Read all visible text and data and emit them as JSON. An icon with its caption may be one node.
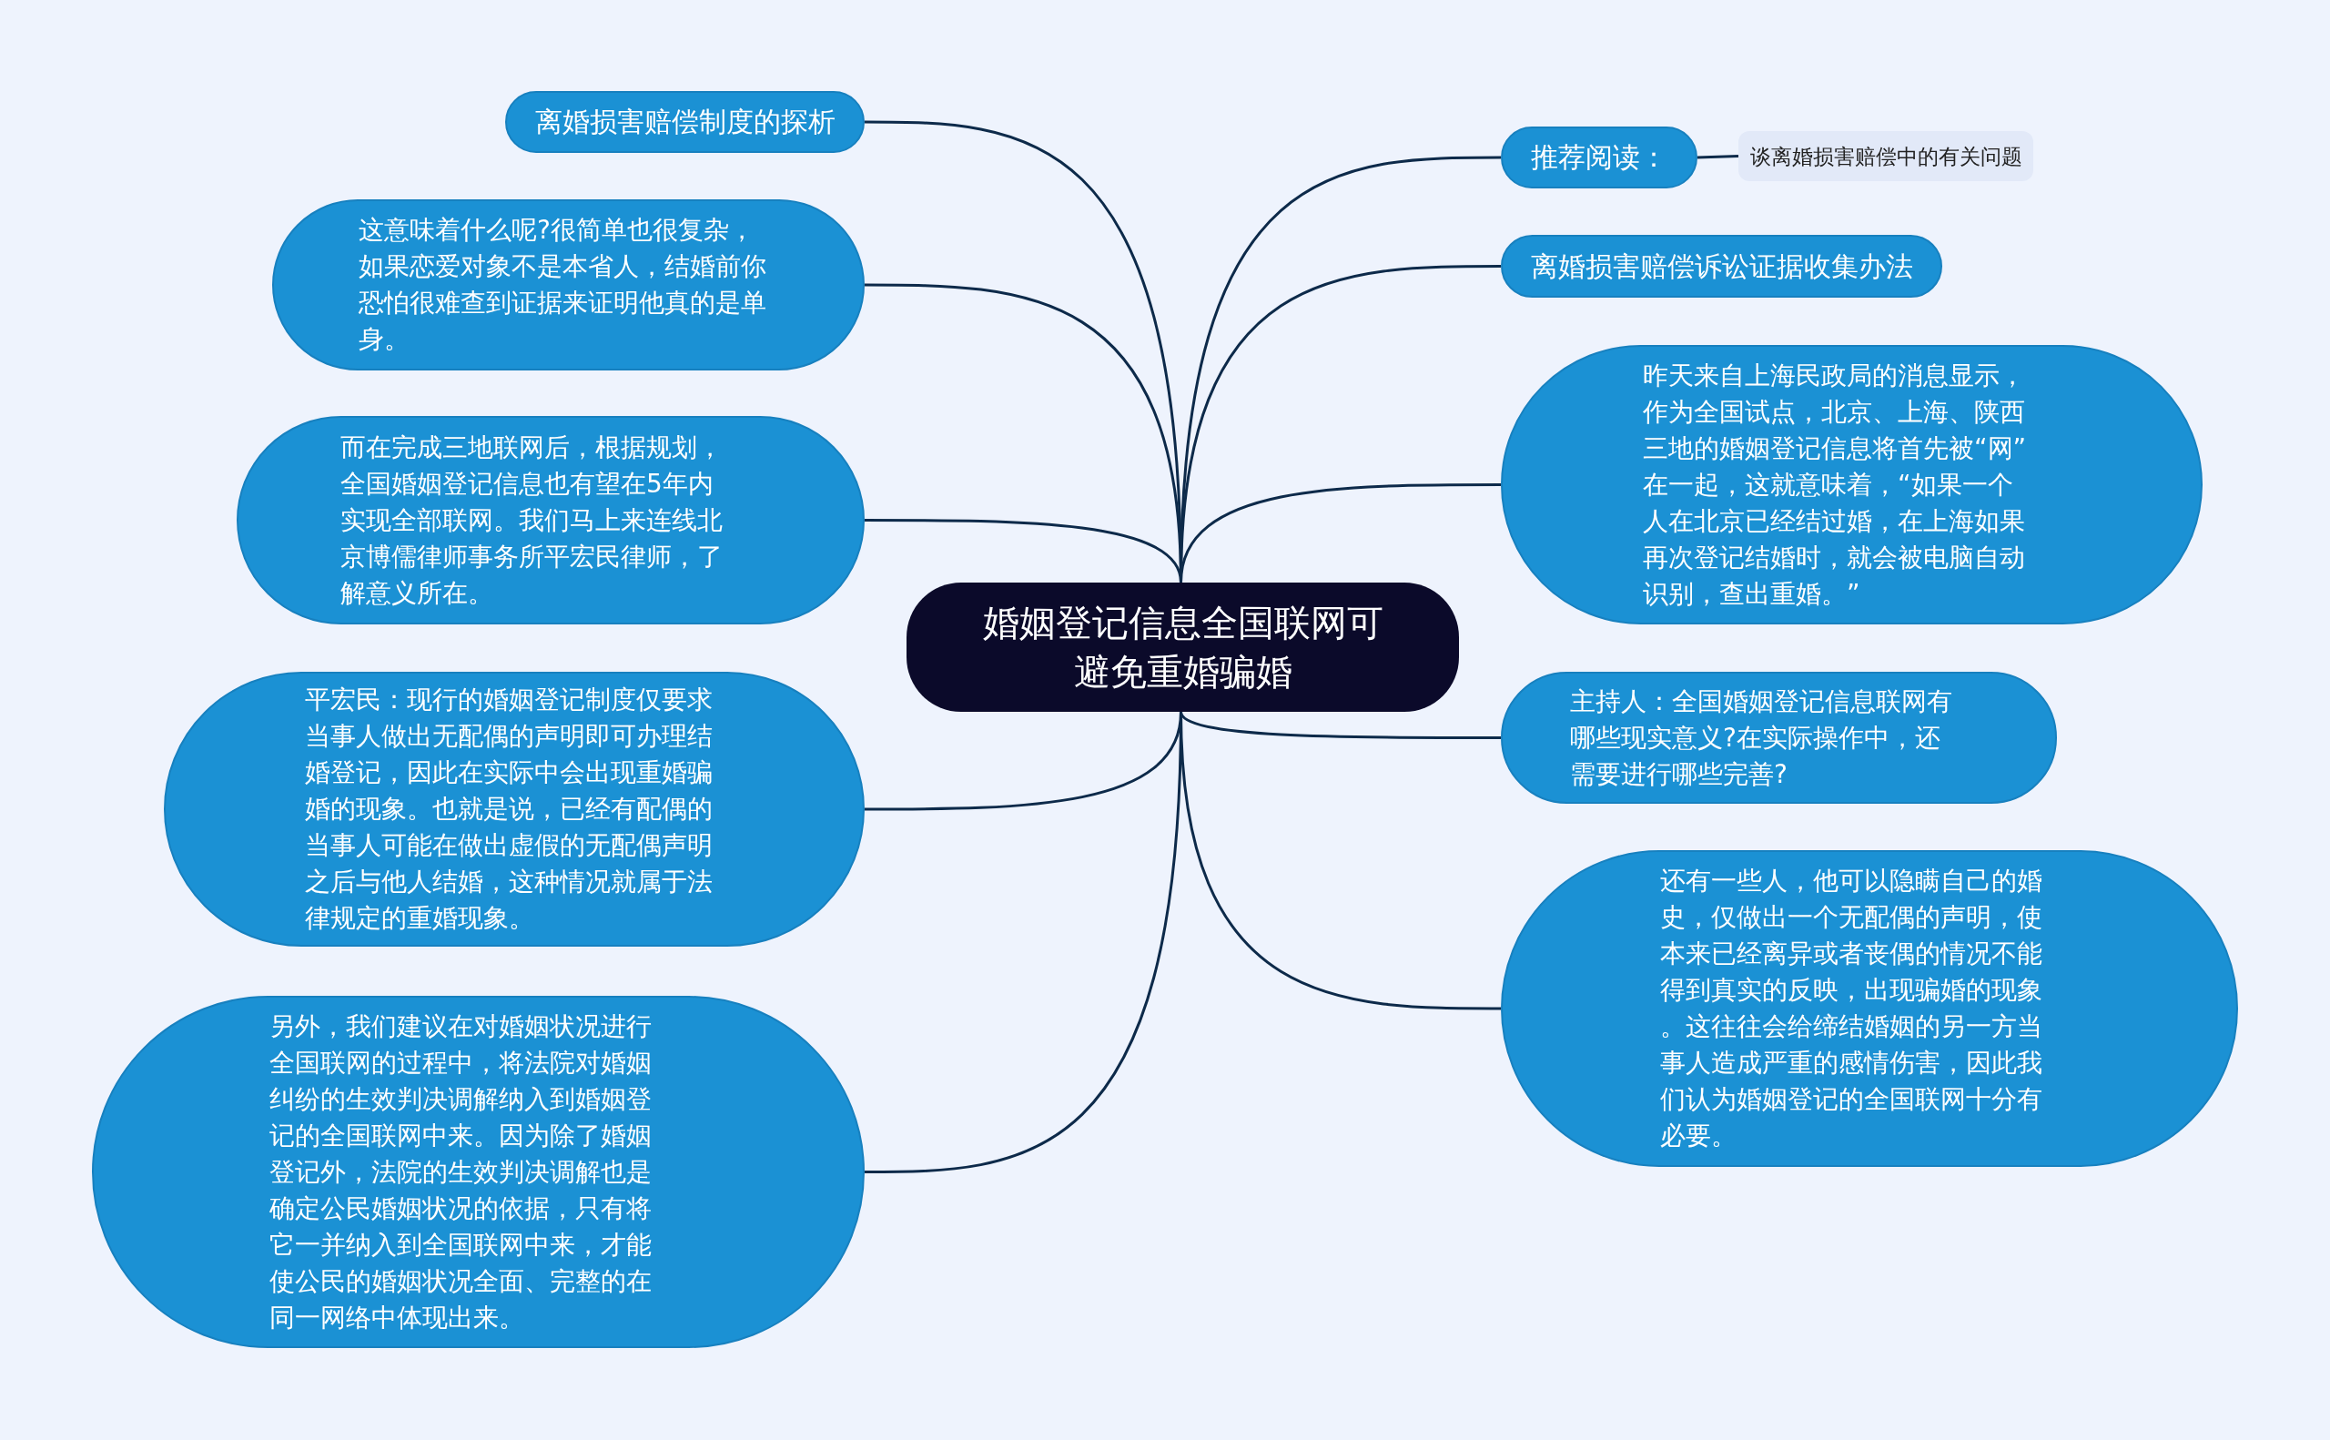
{
  "diagram": {
    "nodes": [
      {
        "text": [
          "婚姻登记信息全国联网可避免重婚骗婚"
        ]
      },
      {
        "text": [
          "离婚损害赔偿制度的探析"
        ]
      },
      {
        "text": [
          "这意味着什么呢?很简单也很复杂，如果恋爱对象不是本省人，结婚前你恐怕很难查到证据来证明他真的是单身。"
        ]
      },
      {
        "text": [
          "而在完成三地联网后，根据规划，全国婚姻登记信息也有望在5年内实现全部联网。我们马上来连线北京博儒律师事务所平宏民律师，了解意义所在。"
        ]
      },
      {
        "text": [
          "平宏民：现行的婚姻登记制度仅要求当事人做出无配偶的声明即可办理结婚登记，因此在实际中会出现重婚骗婚的现象。也就是说，已经有配偶的当事人可能在做出虚假的无配偶声明之后与他人结婚，这种情况就属于法律规定的重婚现象。"
        ]
      },
      {
        "text": [
          "另外，我们建议在对婚姻状况进行全国联网的过程中，将法院对婚姻纠纷的生效判决调解纳入到婚姻登记的全国联网中来。因为除了婚姻登记外，法院的生效判决调解也是确定公民婚姻状况的依据，只有将它一并纳入到全国联网中来，才能使公民的婚姻状况全面、完整的在同一网络中体现出来。"
        ]
      },
      {
        "text": [
          "推荐阅读："
        ]
      },
      {
        "text": [
          "谈离婚损害赔偿中的有关问题"
        ]
      },
      {
        "text": [
          "离婚损害赔偿诉讼证据收集办法"
        ]
      },
      {
        "text": [
          "昨天来自上海民政局的消息显示，作为全国试点，北京、上海、陕西三地的婚姻登记信息将首先被“网”在一起，这就意味着，“如果一个人在北京已经结过婚，在上海如果再次登记结婚时，就会被电脑自动识别，查出重婚。”"
        ]
      },
      {
        "text": [
          "主持人：全国婚姻登记信息联网有哪些现实意义?在实际操作中，还需要进行哪些完善?"
        ]
      },
      {
        "text": [
          "还有一些人，他可以隐瞒自己的婚史，仅做出一个无配偶的声明，使本来已经离异或者丧偶的情况不能得到真实的反映，出现骗婚的现象。这往往会给缔结婚姻的另一方当事人造成严重的感情伤害，因此我们认为婚姻登记的全国联网十分有必要。"
        ]
      }
    ],
    "edges": [
      {
        "from": 0,
        "to": 1,
        "arrow": "none"
      },
      {
        "from": 0,
        "to": 2,
        "arrow": "none"
      },
      {
        "from": 0,
        "to": 3,
        "arrow": "none"
      },
      {
        "from": 0,
        "to": 4,
        "arrow": "none"
      },
      {
        "from": 0,
        "to": 5,
        "arrow": "none"
      },
      {
        "from": 0,
        "to": 6,
        "arrow": "none"
      },
      {
        "from": 6,
        "to": 7,
        "arrow": "none"
      },
      {
        "from": 0,
        "to": 8,
        "arrow": "none"
      },
      {
        "from": 0,
        "to": 9,
        "arrow": "none"
      },
      {
        "from": 0,
        "to": 10,
        "arrow": "none"
      },
      {
        "from": 0,
        "to": 11,
        "arrow": "none"
      }
    ]
  }
}
